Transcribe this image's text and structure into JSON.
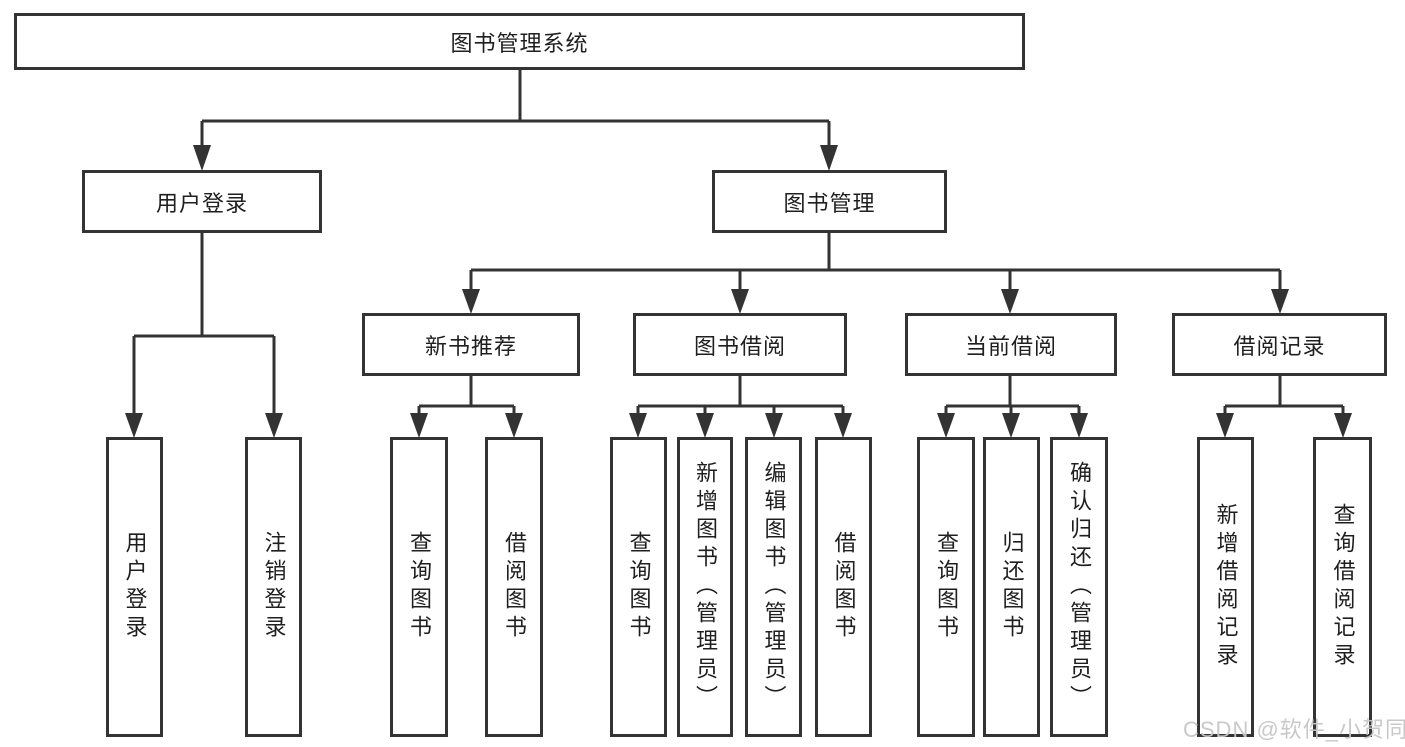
{
  "diagram_type": "hierarchy-tree",
  "colors": {
    "line": "#333333",
    "box_border": "#333333",
    "text": "#1f1f1f",
    "background": "#ffffff",
    "watermark": "#c6c6c6"
  },
  "tree": {
    "label": "图书管理系统",
    "children": [
      {
        "label": "用户登录",
        "children": [
          {
            "label": "用户登录"
          },
          {
            "label": "注销登录"
          }
        ]
      },
      {
        "label": "图书管理",
        "children": [
          {
            "label": "新书推荐",
            "children": [
              {
                "label": "查询图书"
              },
              {
                "label": "借阅图书"
              }
            ]
          },
          {
            "label": "图书借阅",
            "children": [
              {
                "label": "查询图书"
              },
              {
                "label": "新增图书（管理员）"
              },
              {
                "label": "编辑图书（管理员）"
              },
              {
                "label": "借阅图书"
              }
            ]
          },
          {
            "label": "当前借阅",
            "children": [
              {
                "label": "查询图书"
              },
              {
                "label": "归还图书"
              },
              {
                "label": "确认归还（管理员）"
              }
            ]
          },
          {
            "label": "借阅记录",
            "children": [
              {
                "label": "新增借阅记录"
              },
              {
                "label": "查询借阅记录"
              }
            ]
          }
        ]
      }
    ]
  },
  "watermark": {
    "text": "CSDN @软件_小贺同学"
  }
}
